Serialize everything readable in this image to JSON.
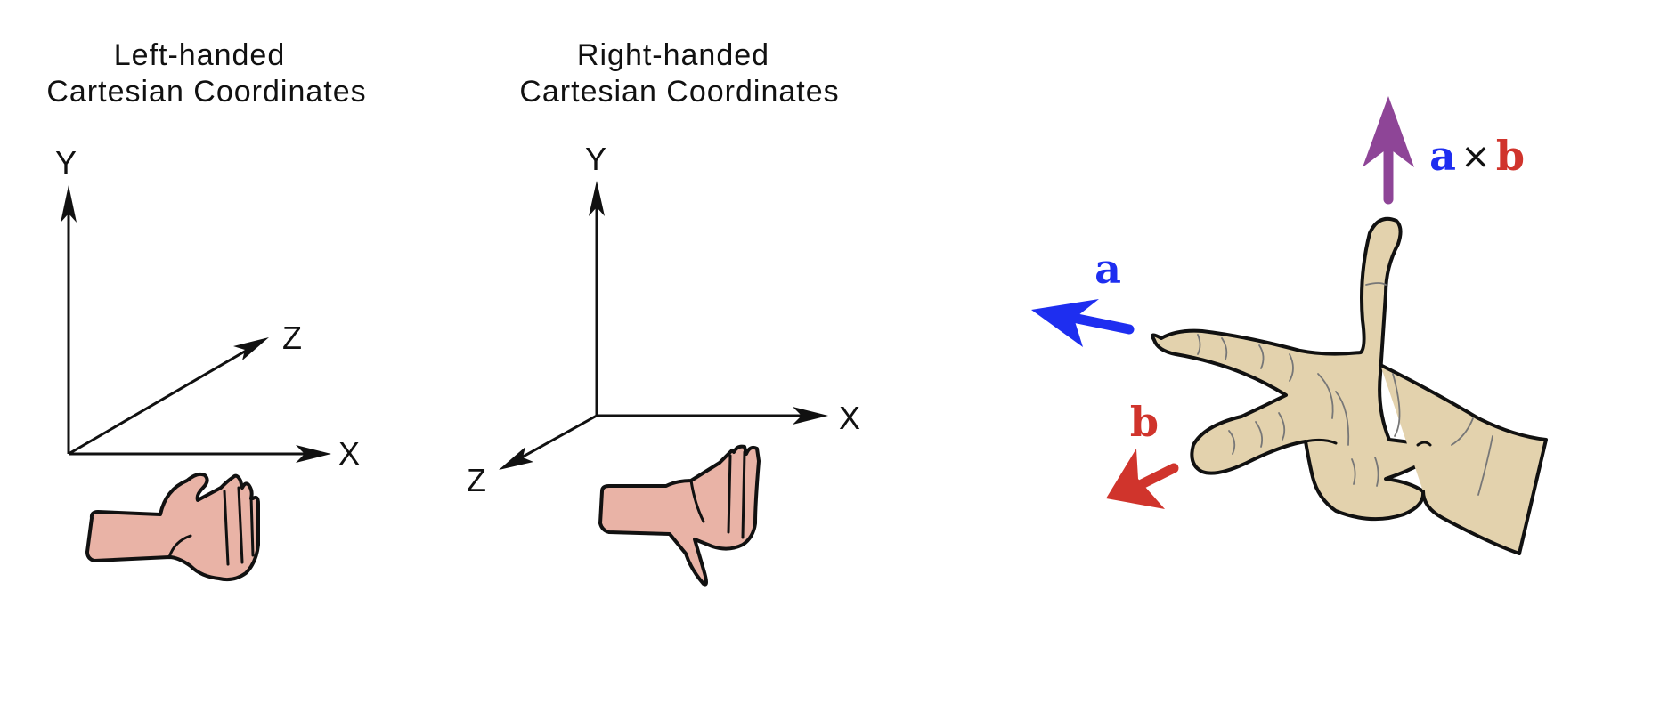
{
  "left_panel": {
    "title_line1": "Left-handed",
    "title_line2": "Cartesian Coordinates",
    "axis_y": "Y",
    "axis_z": "Z",
    "axis_x": "X"
  },
  "middle_panel": {
    "title_line1": "Right-handed",
    "title_line2": "Cartesian Coordinates",
    "axis_y": "Y",
    "axis_z": "Z",
    "axis_x": "X"
  },
  "right_panel": {
    "vector_a": "a",
    "vector_b": "b",
    "cross_a": "a",
    "cross_times": "×",
    "cross_b": "b"
  },
  "colors": {
    "axis": "#111111",
    "skin_pink": "#e9b3a6",
    "skin_tan": "#e3d2ad",
    "vector_a": "#1e2ef0",
    "vector_b": "#d0342c",
    "cross_product": "#8e4597"
  }
}
